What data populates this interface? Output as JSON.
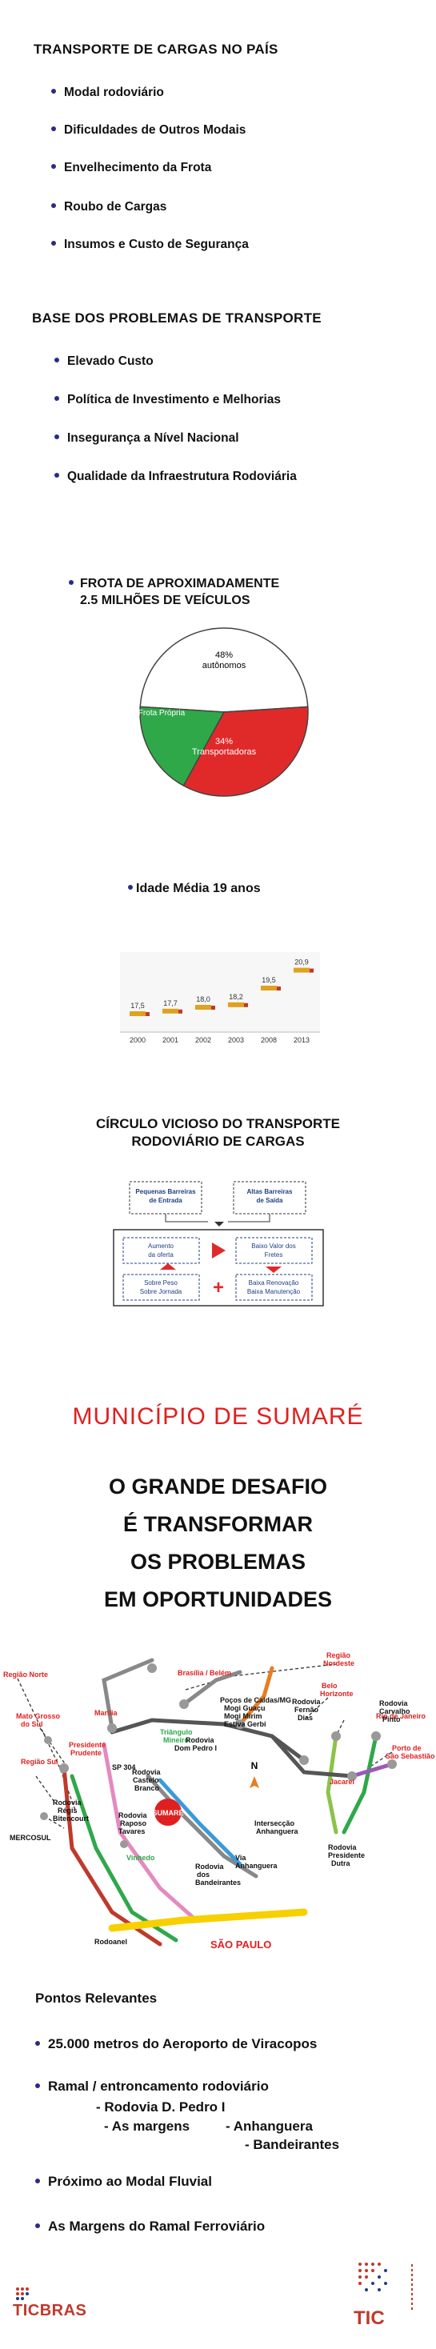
{
  "section1": {
    "title": "TRANSPORTE DE CARGAS NO PAÍS",
    "items": [
      "Modal rodoviário",
      "Dificuldades de Outros Modais",
      "Envelhecimento da Frota",
      "Roubo de Cargas",
      "Insumos e Custo de Segurança"
    ]
  },
  "section2": {
    "title": "BASE DOS PROBLEMAS DE TRANSPORTE",
    "items": [
      "Elevado Custo",
      "Política de Investimento e Melhorias",
      "Insegurança a Nível Nacional",
      "Qualidade da Infraestrutura Rodoviária"
    ]
  },
  "frota": {
    "title_line1": "FROTA DE APROXIMADAMENTE",
    "title_line2": "2.5 MILHÕES DE VEÍCULOS"
  },
  "chart_data": [
    {
      "type": "pie",
      "slices": [
        {
          "value": 48,
          "label_pct": "48%",
          "label": "autônomos",
          "color": "#ffffff"
        },
        {
          "value": 34,
          "label_pct": "34%",
          "label": "Transportadoras",
          "color": "#e02a2a"
        },
        {
          "value": 18,
          "label_pct": "18%",
          "label": "Frota Própria",
          "color": "#2fa84a"
        }
      ]
    },
    {
      "type": "line",
      "categories": [
        "2000",
        "2001",
        "2002",
        "2003",
        "2008",
        "2013"
      ],
      "values": [
        17.5,
        17.7,
        18.0,
        18.2,
        19.5,
        20.9
      ],
      "value_labels": [
        "17,5",
        "17,7",
        "18,0",
        "18,2",
        "19,5",
        "20,9"
      ]
    }
  ],
  "idade": {
    "text": "Idade Média 19 anos"
  },
  "circulo": {
    "title_line1": "CÍRCULO VICIOSO DO TRANSPORTE",
    "title_line2": "RODOVIÁRIO DE CARGAS",
    "box_top_left": [
      "Pequenas Barreiras",
      "de Entrada"
    ],
    "box_top_right": [
      "Altas Barreiras",
      "de Saída"
    ],
    "cell_a": [
      "Aumento",
      "da oferta"
    ],
    "cell_b": [
      "Baixo Valor dos",
      "Fretes"
    ],
    "cell_c": [
      "Sobre Peso",
      "Sobre Jornada"
    ],
    "cell_d": [
      "Baixa Renovação",
      "Baixa Manutenção"
    ],
    "colors": {
      "arrow": "#e02a2a",
      "box_border": "#1f3f80"
    }
  },
  "sumare": {
    "title": "MUNICÍPIO DE SUMARÉ",
    "color": "#e02020",
    "desafio": [
      "O GRANDE DESAFIO",
      "É TRANSFORMAR",
      "OS PROBLEMAS",
      "EM OPORTUNIDADES"
    ]
  },
  "map": {
    "regions": {
      "regiao_norte": "Região Norte",
      "mato_grosso": [
        "Mato Grosso",
        "do Sul"
      ],
      "regiao_sul": "Região Sul",
      "mercosul": "MERCOSUL",
      "regiao_nordeste": [
        "Região",
        "Nordeste"
      ],
      "belo_horizonte": [
        "Belo",
        "Horizonte"
      ],
      "rio": "Rio de Janeiro",
      "porto": [
        "Porto de",
        "São Sebastião"
      ],
      "marilia": "Marília",
      "presidente_prudente": [
        "Presidente",
        "Prudente"
      ],
      "brasilia": "Brasília / Belém",
      "triangulo": [
        "Triângulo",
        "Mineiro"
      ],
      "sp304": "SP 304",
      "vinhedo": "Vinhedo",
      "sao_paulo": "SÃO PAULO",
      "jacarei": "Jacareí"
    },
    "labels": {
      "pocos": [
        "Poços de Caldas/MG",
        "Mogi Guaçu",
        "Mogi Mirim",
        "Estiva Gerbi"
      ],
      "fernao": [
        "Rodovia",
        "Fernão",
        "Dias"
      ],
      "carvalho": [
        "Rodovia",
        "Carvalho",
        "Pinto"
      ],
      "dom_pedro": [
        "Rodovia",
        "Dom Pedro I"
      ],
      "castelo": [
        "Rodovia",
        "Castelo",
        "Branco"
      ],
      "raposo": [
        "Rodovia",
        "Raposo",
        "Tavares"
      ],
      "bitencourt": [
        "Rodovia",
        "Régis",
        "Bitencourt"
      ],
      "intersec": [
        "Intersecção",
        "Anhanguera"
      ],
      "via_anhanguera": [
        "Via",
        "Anhanguera"
      ],
      "bandeirantes": [
        "Rodovia",
        "dos",
        "Bandeirantes"
      ],
      "dutra": [
        "Rodovia",
        "Presidente",
        "Dutra"
      ],
      "sumare_center": "SUMARÉ",
      "rodoanel": "Rodoanel",
      "north": "N"
    }
  },
  "pontos": {
    "title": "Pontos Relevantes",
    "item1": "25.000 metros do Aeroporto de Viracopos",
    "item2": "Ramal / entroncamento rodoviário",
    "sub1": "- Rodovia D. Pedro I",
    "sub2": "- As margens",
    "sub2b": "- Anhanguera",
    "sub3": "- Bandeirantes",
    "item3": "Próximo ao Modal Fluvial",
    "item4": "As Margens do Ramal Ferroviário"
  },
  "footer": {
    "logo_left": "TICBRAS",
    "logo_right": "TIC"
  }
}
